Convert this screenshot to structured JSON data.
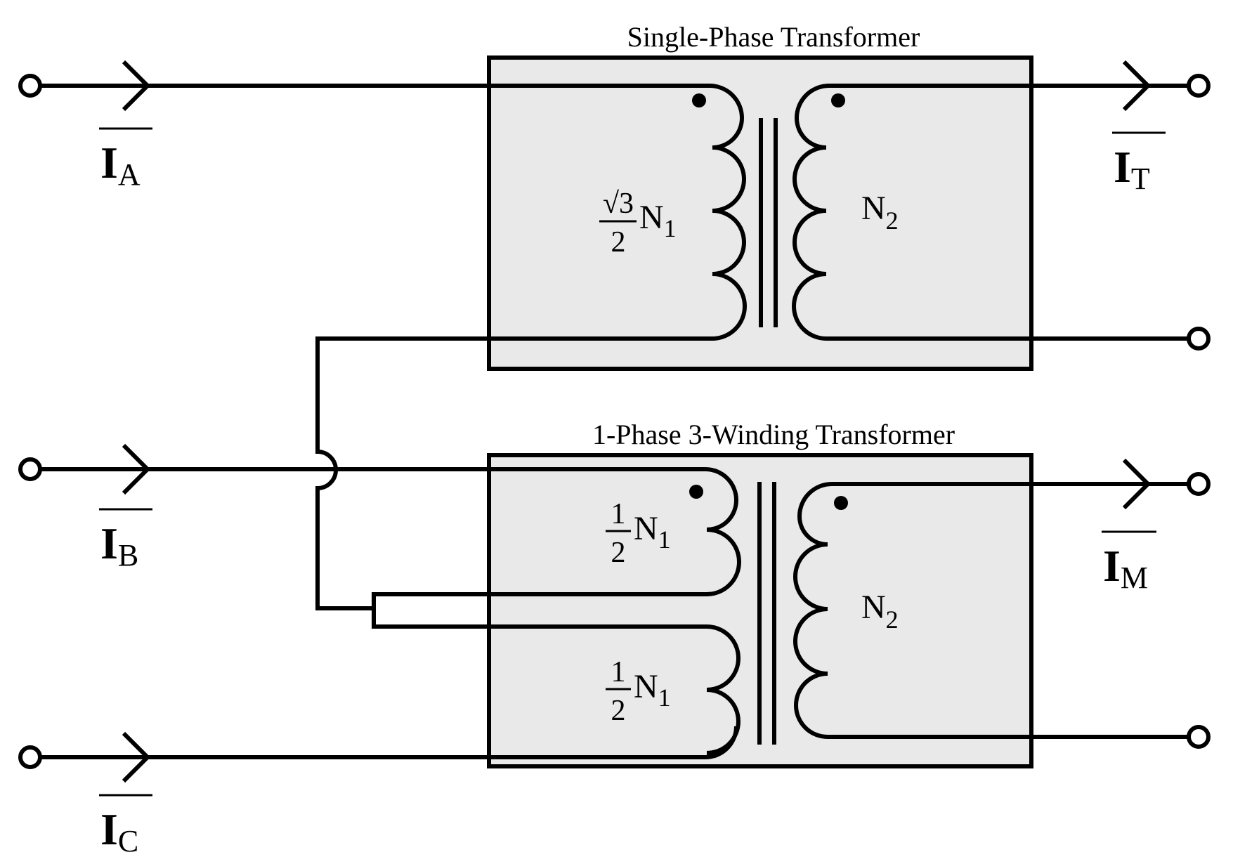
{
  "transformers": {
    "top": {
      "title": "Single-Phase Transformer",
      "primary": {
        "coefficient_numerator": "√3",
        "coefficient_denominator": "2",
        "symbol": "N",
        "subscript": "1"
      },
      "secondary": {
        "symbol": "N",
        "subscript": "2"
      }
    },
    "bottom": {
      "title": "1-Phase 3-Winding Transformer",
      "primary_upper": {
        "coefficient_numerator": "1",
        "coefficient_denominator": "2",
        "symbol": "N",
        "subscript": "1"
      },
      "primary_lower": {
        "coefficient_numerator": "1",
        "coefficient_denominator": "2",
        "symbol": "N",
        "subscript": "1"
      },
      "secondary": {
        "symbol": "N",
        "subscript": "2"
      }
    }
  },
  "currents": {
    "a": {
      "symbol": "I",
      "subscript": "A"
    },
    "b": {
      "symbol": "I",
      "subscript": "B"
    },
    "c": {
      "symbol": "I",
      "subscript": "C"
    },
    "t": {
      "symbol": "I",
      "subscript": "T"
    },
    "m": {
      "symbol": "I",
      "subscript": "M"
    }
  },
  "colors": {
    "box_fill": "#e9e9e9",
    "line": "#000000",
    "background": "#ffffff"
  }
}
